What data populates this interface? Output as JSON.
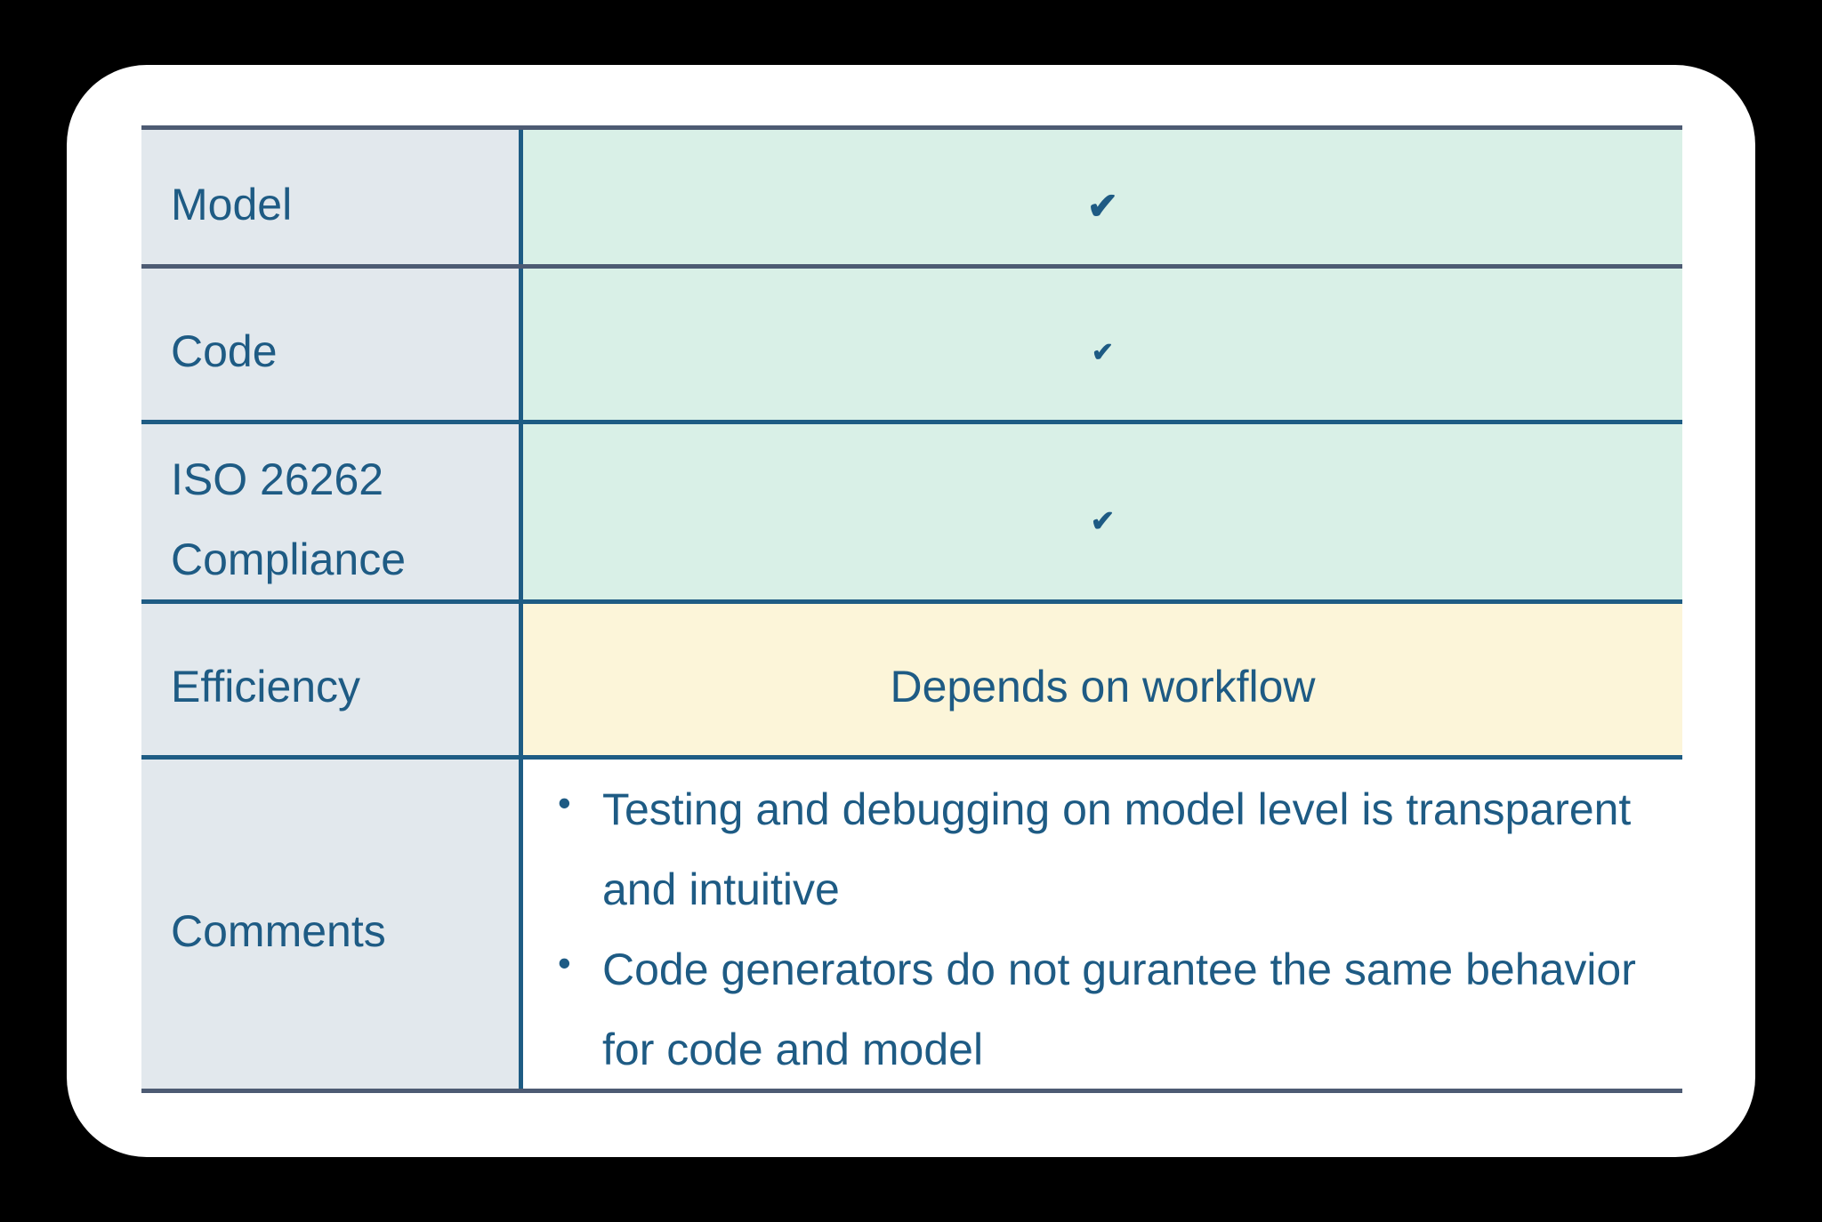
{
  "table": {
    "rows": [
      {
        "label": "Model",
        "type": "check",
        "check_icon": "✔"
      },
      {
        "label": "Code",
        "type": "check",
        "check_icon": "✔"
      },
      {
        "label": "ISO 26262 Compliance",
        "type": "check",
        "check_icon": "✔"
      },
      {
        "label": "Efficiency",
        "type": "text",
        "value": "Depends on workflow"
      },
      {
        "label": "Comments",
        "type": "bullets",
        "bullet_marker": "•",
        "bullets": [
          "Testing and debugging on model level is transparent and intuitive",
          "Code generators do not gurantee the same behavior for code and model"
        ]
      }
    ]
  },
  "colors": {
    "page_background": "#000000",
    "card_background": "#ffffff",
    "label_column_background": "#e2e8ed",
    "check_cell_background": "#d9f0e7",
    "highlight_cell_background": "#fcf5d9",
    "comments_cell_background": "#ffffff",
    "text": "#1e5b84",
    "border_slate": "#4d5b73",
    "border_teal": "#1e5c84"
  }
}
